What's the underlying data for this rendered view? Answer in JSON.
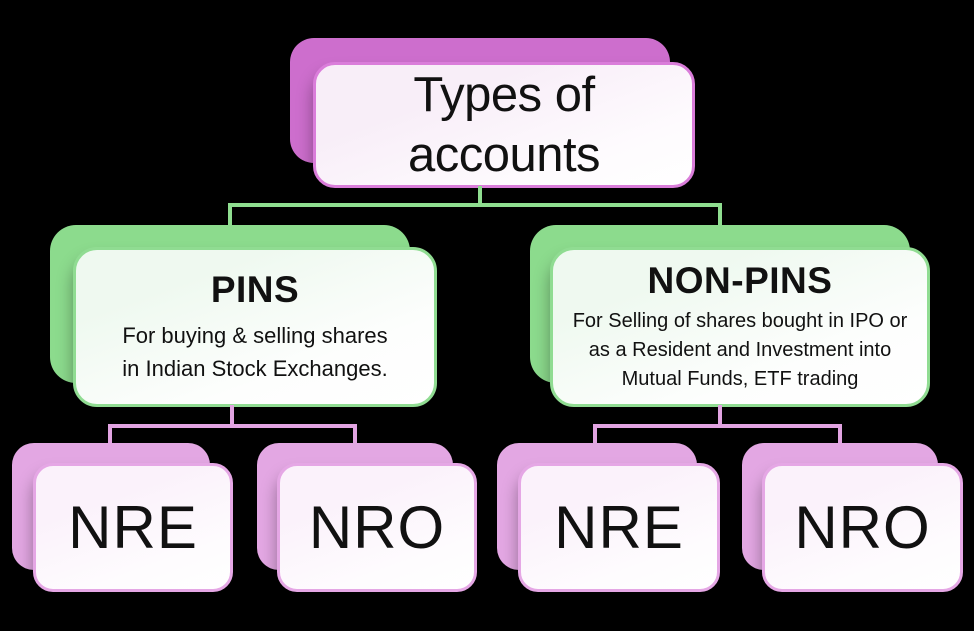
{
  "background_color": "#000000",
  "palette": {
    "root_backplate": "#CD6ECD",
    "root_card_border": "#DA7DDA",
    "branch_backplate": "#8CDB8D",
    "branch_card_border": "#90DC92",
    "branch_connector": "#8FDE90",
    "leaf_backplate": "#E3A7E3",
    "leaf_card_border": "#E5A7E5",
    "leaf_connector": "#E2A4E2",
    "text_color": "#111111"
  },
  "diagram": {
    "root": {
      "title": "Types of accounts"
    },
    "branches": [
      {
        "title": "PINS",
        "description_lines": [
          "For buying & selling shares",
          "in Indian Stock Exchanges."
        ],
        "children": [
          {
            "label": "NRE"
          },
          {
            "label": "NRO"
          }
        ]
      },
      {
        "title": "NON-PINS",
        "description_lines": [
          "For Selling of shares bought in IPO or",
          "as a Resident and Investment into",
          "Mutual Funds, ETF trading"
        ],
        "children": [
          {
            "label": "NRE"
          },
          {
            "label": "NRO"
          }
        ]
      }
    ]
  }
}
